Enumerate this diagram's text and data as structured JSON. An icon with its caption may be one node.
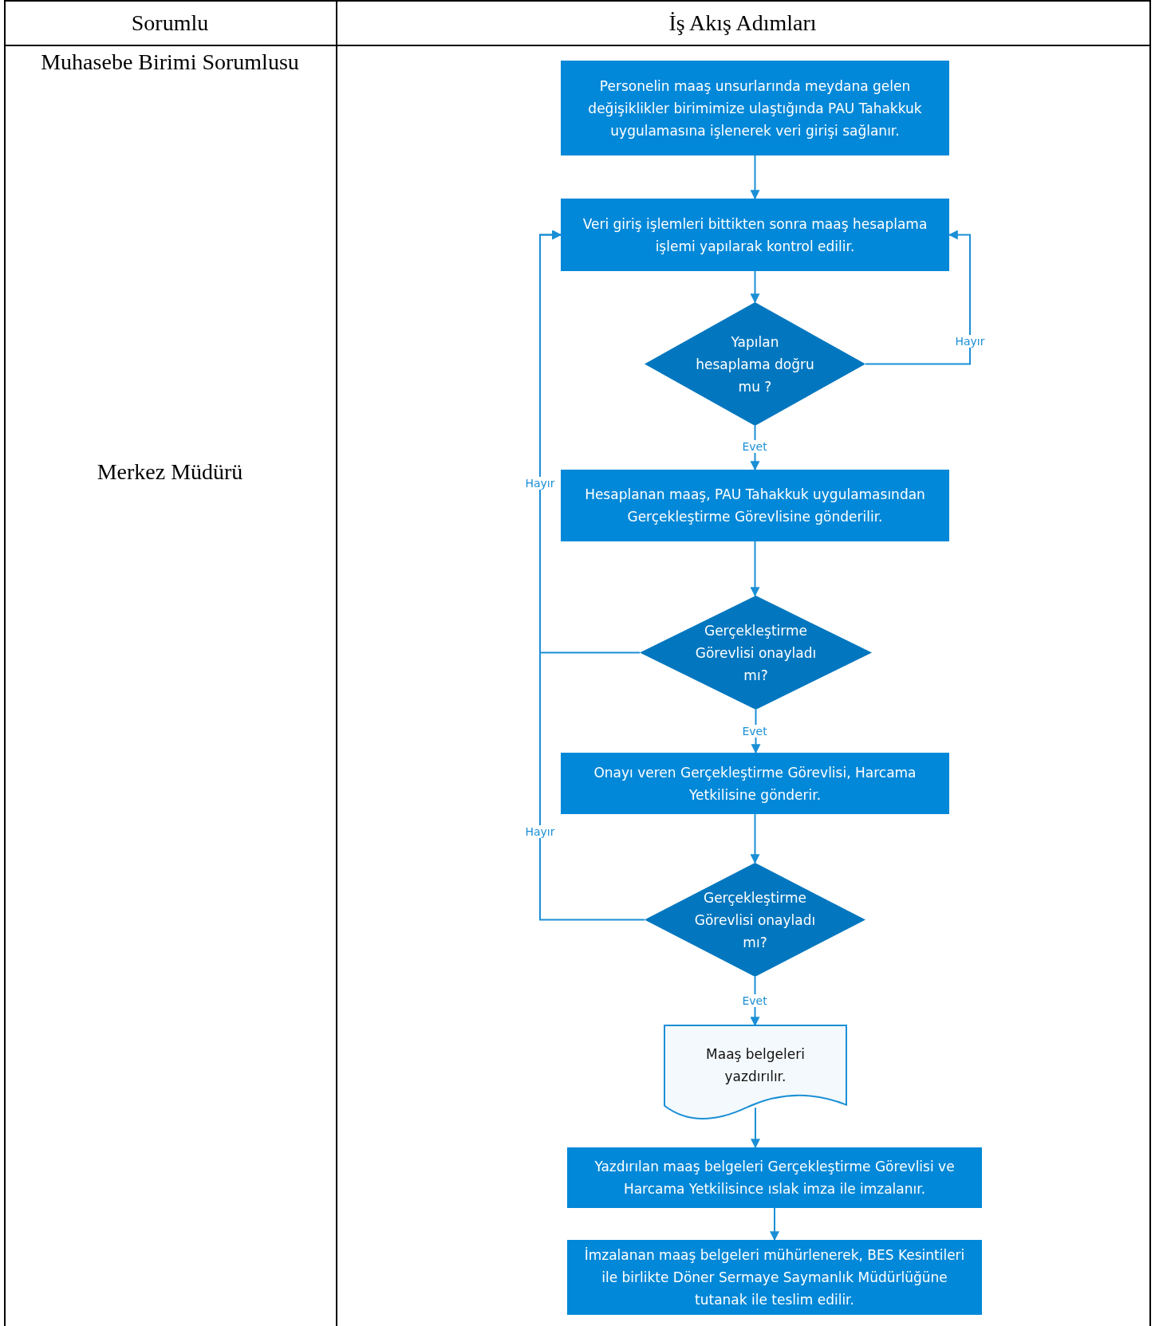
{
  "diagram": {
    "nodes": [
      {
        "text": [
          "Personelin maaş unsurlarında meydana gelen değişiklikler birimimize ulaştığında PAU Tahakkuk uygulamasına işlenerek veri girişi sağlanır."
        ]
      },
      {
        "text": [
          "Veri giriş işlemleri bittikten sonra maaş hesaplama işlemi yapılarak kontrol edilir."
        ]
      },
      {
        "text": [
          "Yapılan hesaplama doğru mu ?"
        ]
      },
      {
        "text": [
          "Hesaplanan maaş, PAU Tahakkuk uygulamasından Gerçekleştirme Görevlisine gönderilir."
        ]
      },
      {
        "text": [
          "Gerçekleştirme Görevlisi onayladı mı?"
        ]
      },
      {
        "text": [
          "Onayı veren Gerçekleştirme Görevlisi, Harcama Yetkilisine gönderir."
        ]
      },
      {
        "text": [
          "Gerçekleştirme Görevlisi onayladı mı?"
        ]
      },
      {
        "text": [
          "Maaş belgeleri yazdırılır."
        ]
      },
      {
        "text": [
          "Yazdırılan maaş belgeleri Gerçekleştirme Görevlisi ve Harcama Yetkilisince ıslak imza ile imzalanır."
        ]
      },
      {
        "text": [
          "İmzalanan maaş belgeleri mühürlenerek, BES Kesintileri ile birlikte Döner Sermaye Saymanlık Müdürlüğüne tutanak ile teslim edilir."
        ]
      }
    ],
    "edges": [
      {
        "from": 0,
        "to": 1,
        "arrow": "to"
      },
      {
        "from": 1,
        "to": 2,
        "arrow": "to"
      },
      {
        "from": 2,
        "to": 1,
        "arrow": "to",
        "label": "Hayır"
      },
      {
        "from": 2,
        "to": 3,
        "arrow": "to",
        "label": "Evet"
      },
      {
        "from": 3,
        "to": 4,
        "arrow": "to"
      },
      {
        "from": 4,
        "to": 1,
        "arrow": "to",
        "label": "Hayır"
      },
      {
        "from": 4,
        "to": 5,
        "arrow": "to",
        "label": "Evet"
      },
      {
        "from": 5,
        "to": 6,
        "arrow": "to"
      },
      {
        "from": 6,
        "to": 1,
        "arrow": "to",
        "label": "Hayır"
      },
      {
        "from": 6,
        "to": 7,
        "arrow": "to",
        "label": "Evet"
      },
      {
        "from": 7,
        "to": 8,
        "arrow": "to"
      },
      {
        "from": 8,
        "to": 9,
        "arrow": "to"
      }
    ],
    "labels": [
      "Sorumlu",
      "İş Akış Adımları",
      "Muhasebe Birimi Sorumlusu",
      "Merkez Müdürü"
    ]
  }
}
